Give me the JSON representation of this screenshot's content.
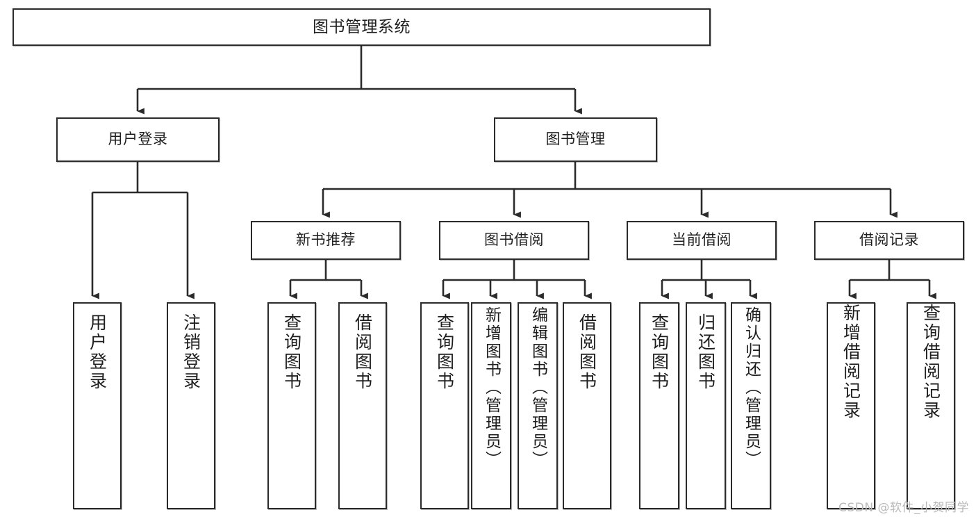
{
  "diagram": {
    "type": "tree",
    "title": "图书管理系统",
    "orientation": "top-down",
    "colors": {
      "box_border": "#2b2b2b",
      "box_fill": "#ffffff",
      "connector": "#2b2b2b",
      "text": "#1d1d1d",
      "watermark": "#b9b9b9"
    },
    "root": {
      "label": "图书管理系统"
    },
    "level2": [
      {
        "id": "user-login",
        "label": "用户登录"
      },
      {
        "id": "book-mgmt",
        "label": "图书管理"
      }
    ],
    "level3": [
      {
        "id": "new-book-recommend",
        "label": "新书推荐"
      },
      {
        "id": "book-borrow",
        "label": "图书借阅"
      },
      {
        "id": "current-borrow",
        "label": "当前借阅"
      },
      {
        "id": "borrow-records",
        "label": "借阅记录"
      }
    ],
    "leaves": [
      {
        "id": "leaf-user-login",
        "parent": "user-login",
        "label": "用户登录"
      },
      {
        "id": "leaf-logout",
        "parent": "user-login",
        "label": "注销登录"
      },
      {
        "id": "leaf-query-book-1",
        "parent": "new-book-recommend",
        "label": "查询图书"
      },
      {
        "id": "leaf-borrow-book-1",
        "parent": "new-book-recommend",
        "label": "借阅图书"
      },
      {
        "id": "leaf-query-book-2",
        "parent": "book-borrow",
        "label": "查询图书"
      },
      {
        "id": "leaf-add-book",
        "parent": "book-borrow",
        "label": "新增图书（管理员）"
      },
      {
        "id": "leaf-edit-book",
        "parent": "book-borrow",
        "label": "编辑图书（管理员）"
      },
      {
        "id": "leaf-borrow-book-2",
        "parent": "book-borrow",
        "label": "借阅图书"
      },
      {
        "id": "leaf-query-book-3",
        "parent": "current-borrow",
        "label": "查询图书"
      },
      {
        "id": "leaf-return-book",
        "parent": "current-borrow",
        "label": "归还图书"
      },
      {
        "id": "leaf-confirm-return",
        "parent": "current-borrow",
        "label": "确认归还（管理员）"
      },
      {
        "id": "leaf-add-record",
        "parent": "borrow-records",
        "label": "新增借阅记录"
      },
      {
        "id": "leaf-query-record",
        "parent": "borrow-records",
        "label": "查询借阅记录"
      }
    ]
  },
  "watermark": {
    "text": "CSDN @软件_小贺同学"
  }
}
